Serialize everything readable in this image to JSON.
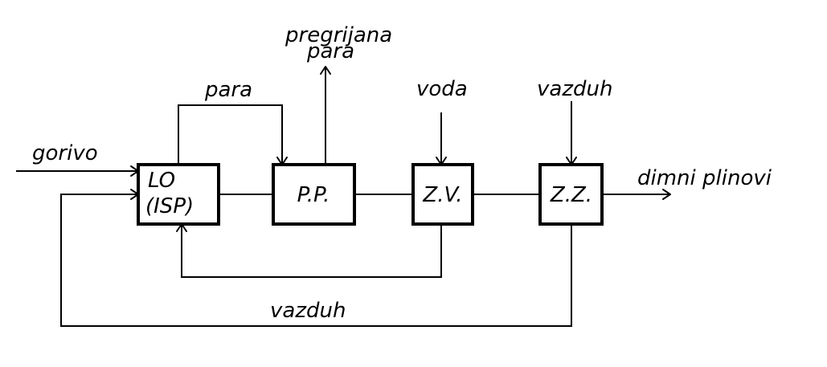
{
  "blocks": {
    "lo_line1": "LO",
    "lo_line2": "(ISP)",
    "pp": "P.P.",
    "zv": "Z.V.",
    "zz": "Z.Z."
  },
  "labels": {
    "gorivo": "gorivo",
    "para": "para",
    "pregrijana_line1": "pregrijana",
    "pregrijana_line2": "para",
    "voda": "voda",
    "vazduh_top": "vazduh",
    "dimni_plinovi": "dimni plinovi",
    "vazduh_bottom": "vazduh"
  },
  "colors": {
    "line": "#000000",
    "background": "#ffffff"
  }
}
